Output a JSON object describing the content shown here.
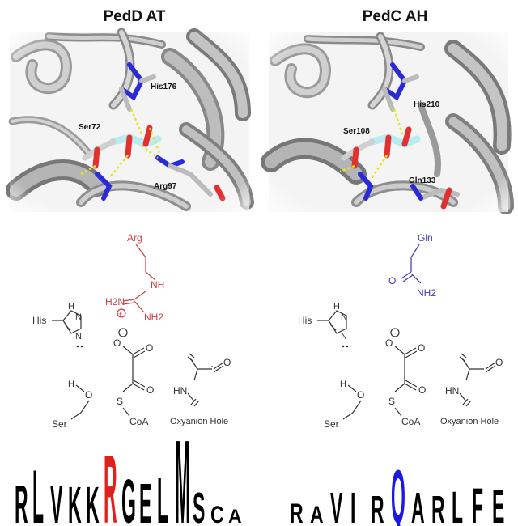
{
  "panels": [
    {
      "title": "PedD AT",
      "labels": {
        "his": "His176",
        "ser": "Ser72",
        "res": "Arg97"
      },
      "scheme": {
        "side_chain": "Arg",
        "nh": "NH",
        "h2n_plus": "H2N",
        "nh2": "NH2",
        "plus": "+",
        "his": "His",
        "h": "H",
        "n": "N",
        "minus": "−",
        "o": "O",
        "s": "S",
        "coa": "CoA",
        "ser": "Ser",
        "hn": "HN",
        "oxyanion": "Oxyanion Hole"
      },
      "logo": [
        "R",
        "L",
        "V",
        "K",
        "K",
        "R",
        "G",
        "E",
        "L",
        "M",
        "S",
        "C",
        "A"
      ]
    },
    {
      "title": "PedC AH",
      "labels": {
        "his": "His210",
        "ser": "Ser108",
        "res": "Gln133"
      },
      "scheme": {
        "side_chain": "Gln",
        "o": "O",
        "nh2": "NH2",
        "his": "His",
        "h": "H",
        "n": "N",
        "minus": "−",
        "s": "S",
        "coa": "CoA",
        "ser": "Ser",
        "hn": "HN",
        "oxyanion": "Oxyanion Hole"
      },
      "logo": [
        "R",
        "A",
        "V",
        "I",
        "R",
        "Q",
        "A",
        "R",
        "L",
        "F",
        "E"
      ]
    }
  ],
  "colors": {
    "arg_red": "#d04040",
    "gln_blue": "#3a3ab8",
    "logo_red": "#e0201a",
    "logo_blue": "#1a1ae0",
    "cartoon_gray": "#b8b8b8",
    "carbon_cyan": "#b8ecf0",
    "hbond_yellow": "#e6e620"
  }
}
